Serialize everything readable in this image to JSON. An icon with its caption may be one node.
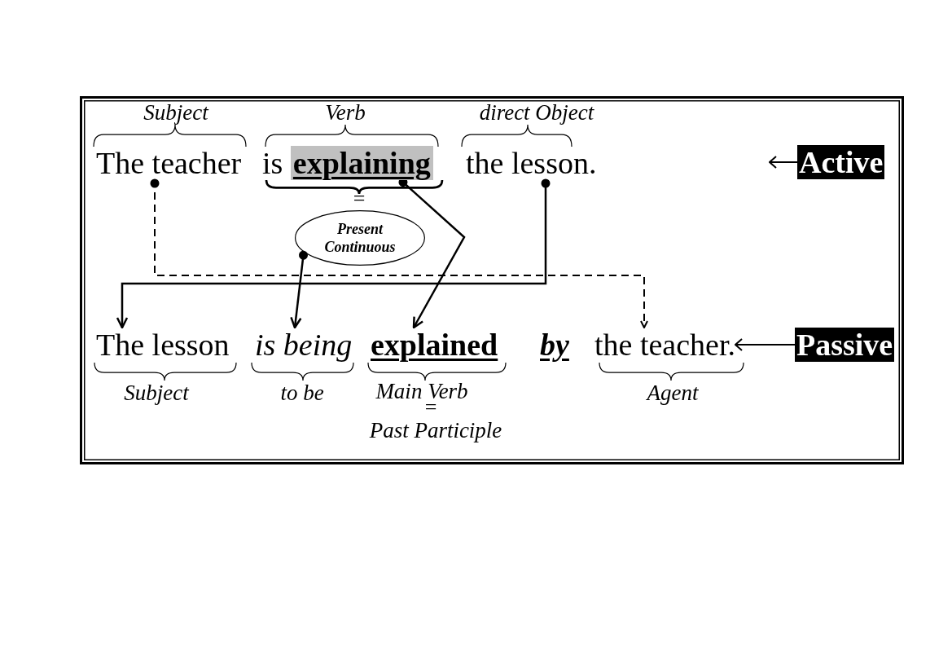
{
  "diagram": {
    "nodes": [
      {
        "text": [
          "The teacher"
        ],
        "beside": [
          "Subject"
        ]
      },
      {
        "text": [
          "is **explaining**"
        ],
        "beside": [
          "Verb"
        ]
      },
      {
        "text": [
          "the lesson."
        ],
        "beside": [
          "direct Object"
        ]
      },
      {
        "text": [
          "Active"
        ]
      },
      {
        "text": [
          "Present Continuous"
        ]
      },
      {
        "text": [
          "The lesson"
        ],
        "beside": [
          "Subject"
        ]
      },
      {
        "text": [
          "is being"
        ],
        "beside": [
          "to be"
        ]
      },
      {
        "text": [
          "explained"
        ],
        "beside": [
          "Main Verb",
          "=",
          "Past Participle"
        ]
      },
      {
        "text": [
          "the teacher."
        ],
        "beside": [
          "Agent"
        ]
      },
      {
        "text": [
          "Passive"
        ]
      }
    ],
    "edges": [
      {
        "from": 0,
        "to": 8,
        "arrow": "to",
        "style": "dashed"
      },
      {
        "from": 2,
        "to": 5,
        "arrow": "to"
      },
      {
        "from": 1,
        "to": 7,
        "arrow": "to"
      },
      {
        "from": 4,
        "to": 6,
        "arrow": "to"
      },
      {
        "from": 3,
        "to": null,
        "arrow": "to"
      },
      {
        "from": 9,
        "to": 8,
        "arrow": "to"
      }
    ],
    "labels": [
      "=",
      "by"
    ]
  }
}
